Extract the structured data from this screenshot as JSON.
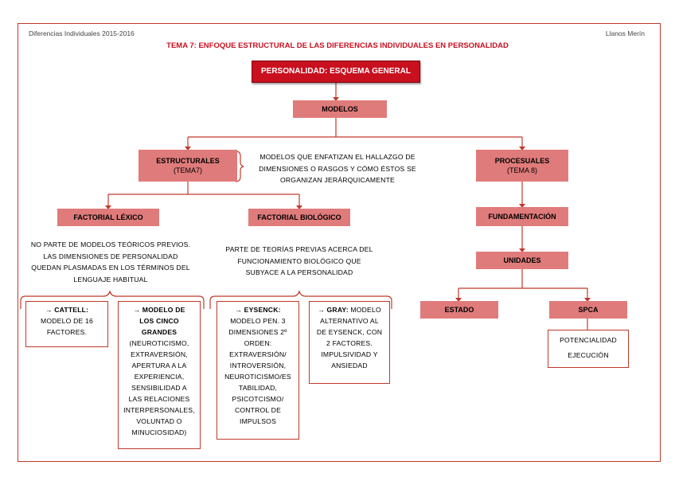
{
  "header": {
    "left": "Diferencias Individuales 2015-2016",
    "right": "Llanos Merín",
    "title": "TEMA 7: ENFOQUE ESTRUCTURAL DE LAS DIFERENCIAS INDIVIDUALES EN PERSONALIDAD"
  },
  "nodes": {
    "root": "PERSONALIDAD: ESQUEMA GENERAL",
    "modelos": "MODELOS",
    "estructurales": "ESTRUCTURALES",
    "estructurales_sub": "(TEMA7)",
    "procesuales": "PROCESUALES",
    "procesuales_sub": "(TEMA 8)",
    "factorial_lexico": "FACTORIAL LÉXICO",
    "factorial_biologico": "FACTORIAL BIOLÓGICO",
    "fundamentacion": "FUNDAMENTACIÓN",
    "unidades": "UNIDADES",
    "estado": "ESTADO",
    "spca": "SPCA"
  },
  "descriptions": {
    "estructurales": [
      "MODELOS QUE ENFATIZAN EL HALLAZGO DE",
      "DIMENSIONES O RASGOS Y CÓMO ÉSTOS SE",
      "ORGANIZAN JERÁRQUICAMENTE"
    ],
    "lexico": [
      "NO PARTE DE MODELOS TEÓRICOS PREVIOS.",
      "LAS DIMENSIONES DE PERSONALIDAD",
      "QUEDAN PLASMADAS EN LOS TÉRMINOS DEL",
      "LENGUAJE HABITUAL"
    ],
    "biologico": [
      "PARTE DE TEORÍAS PREVIAS ACERCA DEL",
      "FUNCIONAMIENTO BIOLÓGICO QUE",
      "SUBYACE A LA PERSONALIDAD"
    ]
  },
  "models": {
    "cattell": {
      "title": "→ CATTELL:",
      "lines": [
        "MODELO DE 16",
        "FACTORES."
      ]
    },
    "cinco": {
      "title_lines": [
        "→ MODELO DE",
        "LOS CINCO",
        "GRANDES"
      ],
      "lines": [
        "(NEUROTICISMO,",
        "EXTRAVERSIÓN,",
        "APERTURA A LA",
        "EXPERIENCIA,",
        "SENSIBILIDAD A",
        "LAS RELACIONES",
        "INTERPERSONALES,",
        "VOLUNTAD O",
        "MINUCIOSIDAD)"
      ]
    },
    "eysenck": {
      "title": "→ EYSENCK:",
      "lines": [
        "MODELO PEN. 3",
        "DIMENSIONES 2º",
        "ORDEN:",
        "EXTRAVERSIÓN/",
        "INTROVERSIÓN,",
        "NEUROTICISMO/ES",
        "TABILIDAD,",
        "PSICOTCISMO/",
        "CONTROL DE",
        "IMPULSOS"
      ]
    },
    "gray": {
      "title": "→ GRAY:",
      "title_rest": " MODELO",
      "lines": [
        "ALTERNATIVO AL",
        "DE EYSENCK, CON",
        "2 FACTORES.",
        "IMPULSIVIDAD Y",
        "ANSIEDAD"
      ]
    }
  },
  "spca_items": [
    "POTENCIALIDAD",
    "EJECUCIÓN"
  ],
  "colors": {
    "node": "#e07b7b",
    "root": "#c8101f",
    "line": "#c0392b",
    "title": "#c8101f"
  }
}
